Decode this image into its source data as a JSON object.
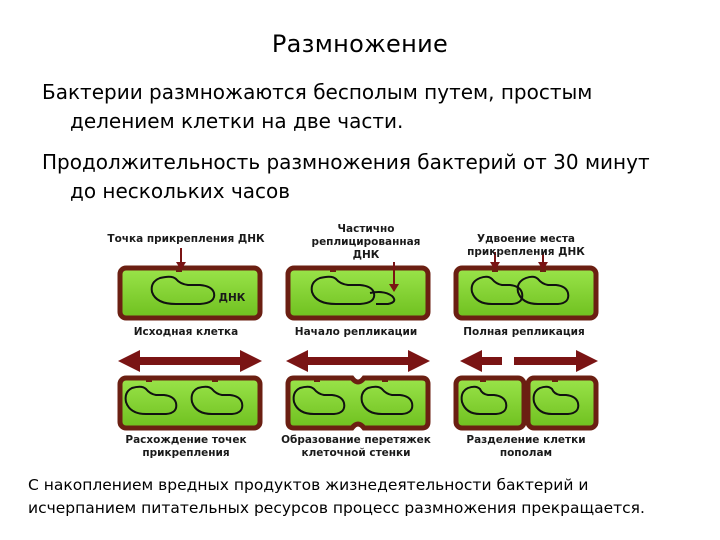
{
  "title": "Размножение",
  "paragraphs": [
    {
      "line1": "Бактерии размножаются бесполым путем, простым",
      "line2": "делением клетки на две части."
    },
    {
      "line1": "Продолжительность размножения бактерий от 30 минут",
      "line2": "до нескольких часов"
    }
  ],
  "diagram": {
    "label_dna_attach": "Точка прикрепления ДНК",
    "label_partial_1": "Частично",
    "label_partial_2": "реплицированная",
    "label_partial_3": "ДНК",
    "label_dup_1": "Удвоение места",
    "label_dup_2": "прикрепления ДНК",
    "label_dna": "ДНК",
    "label_initial": "Исходная клетка",
    "label_start": "Начало репликации",
    "label_full": "Полная репликация",
    "label_diverge_1": "Расхождение точек",
    "label_diverge_2": "прикрепления",
    "label_septum_1": "Образование перетяжек",
    "label_septum_2": "клеточной стенки",
    "label_split_1": "Разделение клетки",
    "label_split_2": "пополам",
    "colors": {
      "cell_border": "#6b1f12",
      "cell_fill": "#7ccf2a",
      "cell_inner": "#8ede3a",
      "arrow": "#7a1414",
      "dna": "#111111"
    }
  },
  "footer": {
    "line1": "С накоплением вредных продуктов жизнедеятельности бактерий и",
    "line2": "исчерпанием питательных ресурсов процесс размножения прекращается."
  }
}
